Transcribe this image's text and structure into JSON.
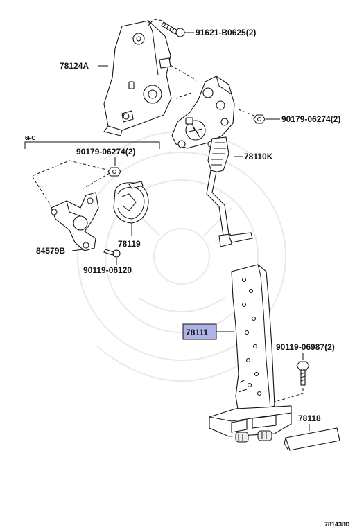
{
  "callouts": {
    "bolt_top": "91621-B0625(2)",
    "bracket_main": "78124A",
    "nut_right": "90179-06274(2)",
    "sensor": "78110K",
    "group_tag": "6FC",
    "nut_left": "90179-06274(2)",
    "clip": "78119",
    "bracket_small": "84579B",
    "bolt_small": "90119-06120",
    "pedal_arm": "78111",
    "bolt_pedal": "90119-06987(2)",
    "cover": "78118"
  },
  "diagram_id": "781438D",
  "colors": {
    "highlight": "#aeb4e6",
    "line": "#111111",
    "watermark": "#e9e9e9"
  }
}
